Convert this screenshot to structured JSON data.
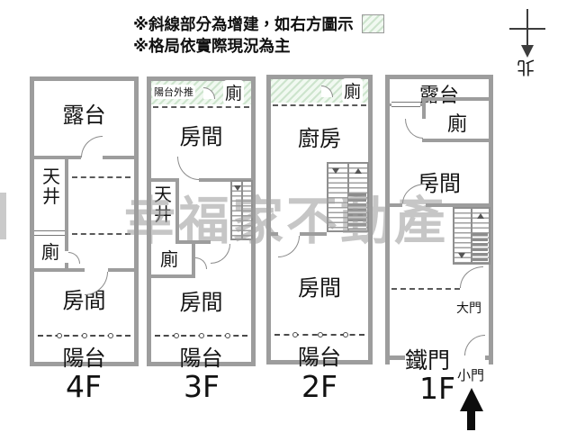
{
  "header": {
    "note1": "※斜線部分為增建，如右方圖示",
    "note2": "※格局依實際現況為主"
  },
  "compass": {
    "north": "北"
  },
  "watermark": {
    "text": "幸福家不動產"
  },
  "floors": {
    "f4": {
      "label": "4F",
      "terrace": "露台",
      "lightwell": "天井",
      "toilet": "廁",
      "room": "房間",
      "balcony": "陽台"
    },
    "f3": {
      "label": "3F",
      "balcony_extension": "陽台外推",
      "toilet_upper": "廁",
      "room_upper": "房間",
      "lightwell": "天井",
      "toilet_lower": "廁",
      "room_lower": "房間",
      "balcony": "陽台"
    },
    "f2": {
      "label": "2F",
      "toilet": "廁",
      "kitchen": "廚房",
      "room": "房間",
      "balcony": "陽台"
    },
    "f1": {
      "label": "1F",
      "terrace": "露台",
      "toilet": "廁",
      "room": "房間",
      "main_door": "大門",
      "iron_gate": "鐵門",
      "small_door": "小門"
    }
  },
  "colors": {
    "wall": "#9d9d9d",
    "hatch_fill": "#f1f9f1",
    "hatch_line": "#cde4cd",
    "watermark_gray": "#9e9e9e"
  }
}
